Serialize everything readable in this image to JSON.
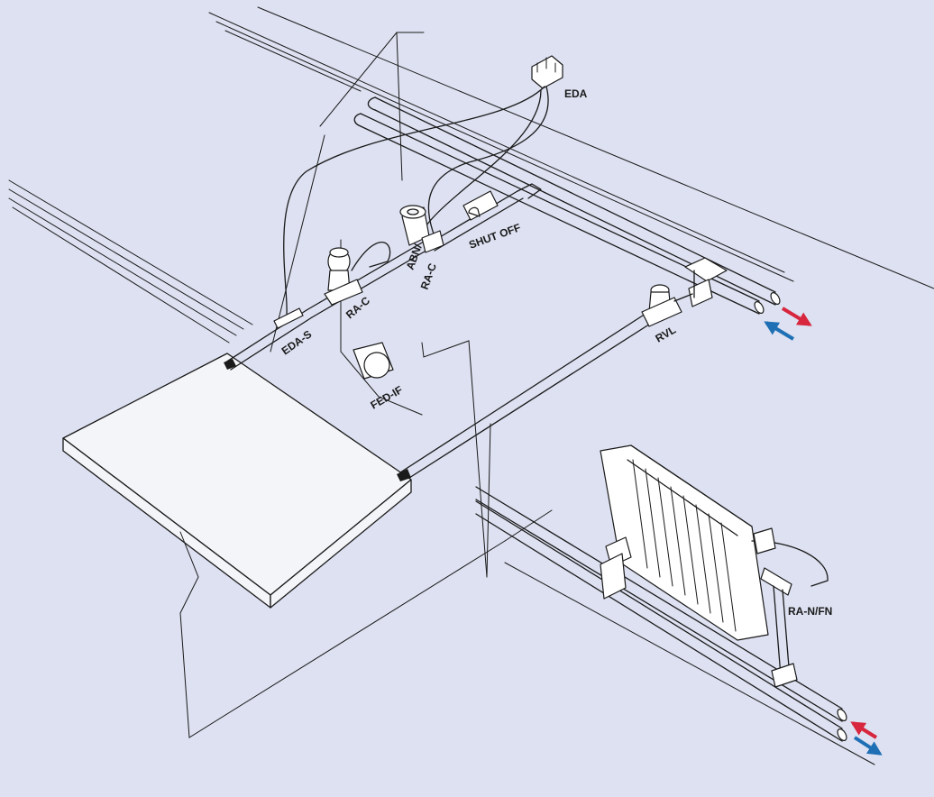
{
  "labels": {
    "eda": "EDA",
    "shut_off": "SHUT OFF",
    "abn_line1": "ABN/",
    "abn_line2": "RA-C",
    "ra_c": "RA-C",
    "eda_s": "EDA-S",
    "fed_if": "FED-IF",
    "rvl": "RVL",
    "ra_n_fn": "RA-N/FN"
  },
  "colors": {
    "background": "#dde1f1",
    "supply_arrow": "#d7263d",
    "return_arrow": "#1f6fb5"
  },
  "arrows": [
    {
      "id": "upper-supply",
      "icon": "arrow-down-right-red"
    },
    {
      "id": "upper-return",
      "icon": "arrow-up-left-blue"
    },
    {
      "id": "lower-supply",
      "icon": "arrow-up-left-red"
    },
    {
      "id": "lower-return",
      "icon": "arrow-down-right-blue"
    }
  ]
}
